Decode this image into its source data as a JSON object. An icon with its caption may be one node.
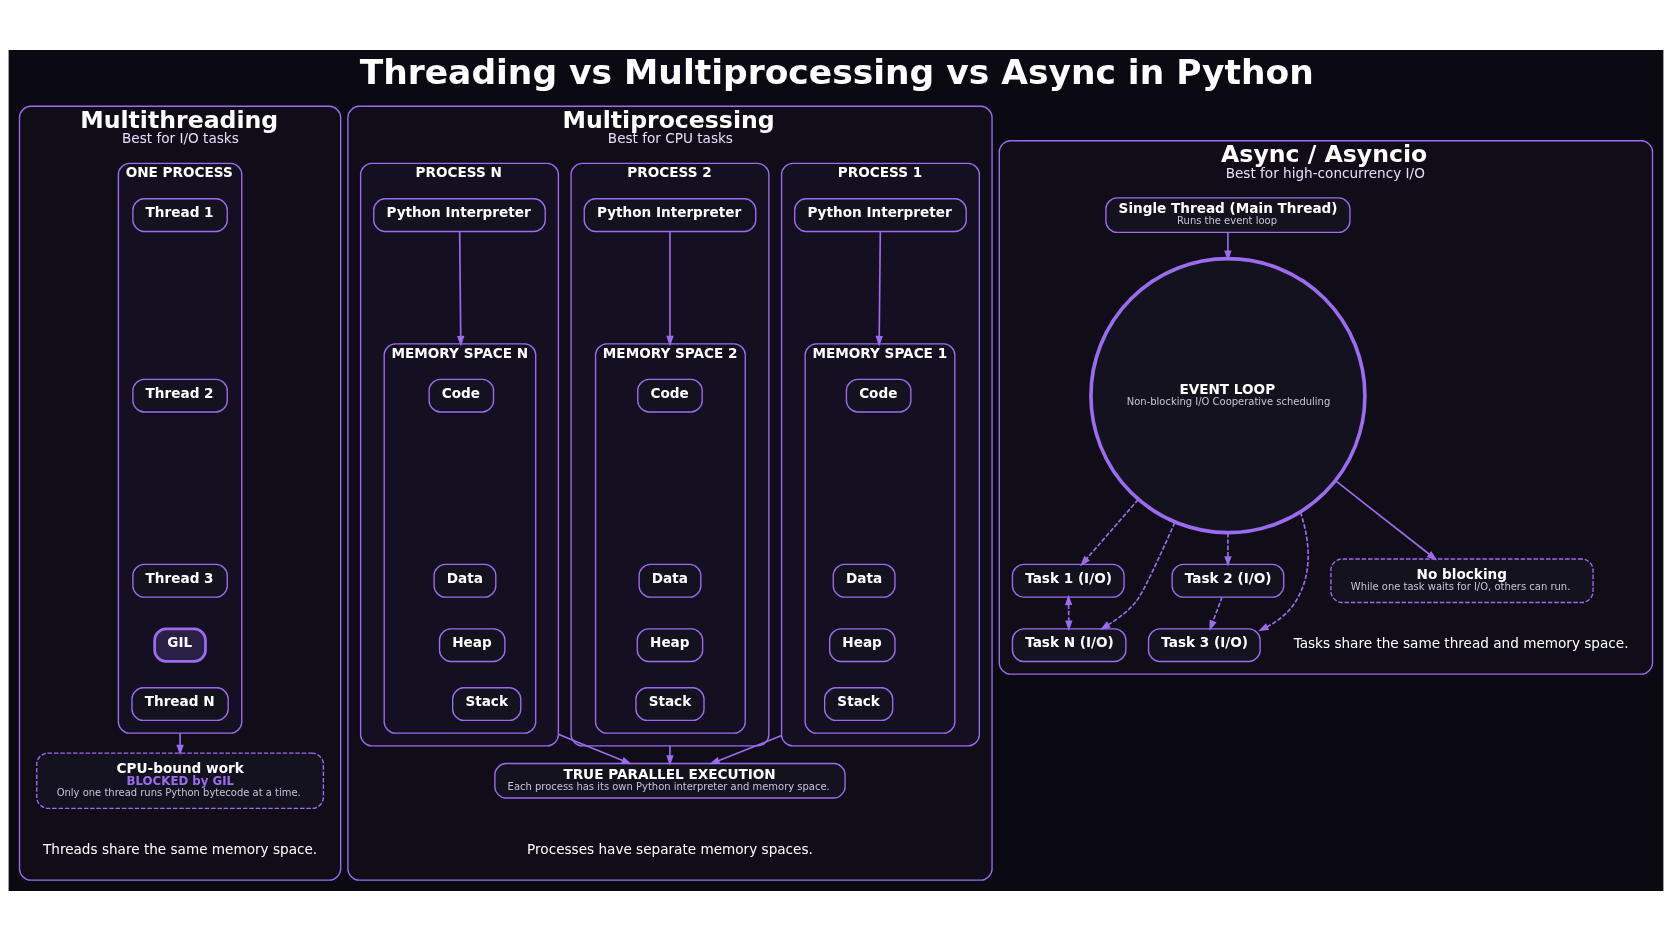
{
  "diagram": {
    "title": "Threading vs Multiprocessing vs Async in Python",
    "nodes": [
      {
        "text": [
          "Multithreading",
          "Best for I/O tasks"
        ]
      },
      {
        "text": [
          "ONE PROCESS"
        ],
        "in": 0
      },
      {
        "text": [
          "Thread 1"
        ],
        "in": 1
      },
      {
        "text": [
          "Thread 2"
        ],
        "in": 1
      },
      {
        "text": [
          "Thread 3"
        ],
        "in": 1
      },
      {
        "text": [
          "GIL"
        ],
        "in": 1
      },
      {
        "text": [
          "Thread N"
        ],
        "in": 1
      },
      {
        "text": [
          "CPU-bound work",
          "BLOCKED by GIL",
          "Only one thread runs Python bytecode at a time."
        ],
        "in": 0
      },
      {
        "text": [
          "Multiprocessing",
          "Best for CPU tasks"
        ]
      },
      {
        "text": [
          "PROCESS 1"
        ],
        "in": 8
      },
      {
        "text": [
          "Python Interpreter"
        ],
        "in": 9
      },
      {
        "text": [
          "MEMORY SPACE 1"
        ],
        "in": 9
      },
      {
        "text": [
          "Code"
        ],
        "in": 11
      },
      {
        "text": [
          "Data"
        ],
        "in": 11
      },
      {
        "text": [
          "Heap"
        ],
        "in": 11
      },
      {
        "text": [
          "Stack"
        ],
        "in": 11
      },
      {
        "text": [
          "PROCESS 2"
        ],
        "in": 8
      },
      {
        "text": [
          "Python Interpreter"
        ],
        "in": 16
      },
      {
        "text": [
          "MEMORY SPACE 2"
        ],
        "in": 16
      },
      {
        "text": [
          "Code"
        ],
        "in": 18
      },
      {
        "text": [
          "Data"
        ],
        "in": 18
      },
      {
        "text": [
          "Heap"
        ],
        "in": 18
      },
      {
        "text": [
          "Stack"
        ],
        "in": 18
      },
      {
        "text": [
          "PROCESS N"
        ],
        "in": 8
      },
      {
        "text": [
          "Python Interpreter"
        ],
        "in": 23
      },
      {
        "text": [
          "MEMORY SPACE N"
        ],
        "in": 23
      },
      {
        "text": [
          "Code"
        ],
        "in": 25
      },
      {
        "text": [
          "Data"
        ],
        "in": 25
      },
      {
        "text": [
          "Heap"
        ],
        "in": 25
      },
      {
        "text": [
          "Stack"
        ],
        "in": 25
      },
      {
        "text": [
          "TRUE PARALLEL EXECUTION",
          "Each process has its own Python interpreter and memory space."
        ],
        "in": 8
      },
      {
        "text": [
          "Async / Asyncio",
          "Best for high-concurrency I/O"
        ]
      },
      {
        "text": [
          "Single Thread (Main Thread)",
          "Runs the event loop"
        ],
        "in": 31
      },
      {
        "text": [
          "EVENT LOOP",
          "Non-blocking I/O Cooperative scheduling"
        ],
        "in": 31
      },
      {
        "text": [
          "Task 1 (I/O)"
        ],
        "in": 31
      },
      {
        "text": [
          "Task 2 (I/O)"
        ],
        "in": 31
      },
      {
        "text": [
          "Task N (I/O)"
        ],
        "in": 31
      },
      {
        "text": [
          "Task 3 (I/O)"
        ],
        "in": 31
      },
      {
        "text": [
          "No blocking",
          "While one task waits for I/O, others can run."
        ],
        "in": 31
      }
    ],
    "edges": [
      {
        "from": 1,
        "to": 7,
        "arrow": "to"
      },
      {
        "from": 10,
        "to": 11,
        "arrow": "to"
      },
      {
        "from": 17,
        "to": 18,
        "arrow": "to"
      },
      {
        "from": 24,
        "to": 25,
        "arrow": "to"
      },
      {
        "from": 9,
        "to": 30,
        "arrow": "to"
      },
      {
        "from": 16,
        "to": 30,
        "arrow": "to"
      },
      {
        "from": 23,
        "to": 30,
        "arrow": "to"
      },
      {
        "from": 32,
        "to": 33,
        "arrow": "to"
      },
      {
        "from": 33,
        "to": 34,
        "arrow": "to",
        "style": "dashed"
      },
      {
        "from": 33,
        "to": 35,
        "arrow": "to",
        "style": "dashed"
      },
      {
        "from": 33,
        "to": 36,
        "arrow": "to",
        "style": "dashed"
      },
      {
        "from": 33,
        "to": 37,
        "arrow": "to",
        "style": "dashed"
      },
      {
        "from": 34,
        "to": 36,
        "arrow": "both",
        "style": "dashed"
      },
      {
        "from": 35,
        "to": 37,
        "arrow": "to",
        "style": "dashed"
      },
      {
        "from": 33,
        "to": 38,
        "arrow": "to"
      }
    ],
    "labels": [
      "Threads share the same memory space.",
      "Processes have separate memory spaces.",
      "Tasks share the same thread and memory space."
    ]
  }
}
